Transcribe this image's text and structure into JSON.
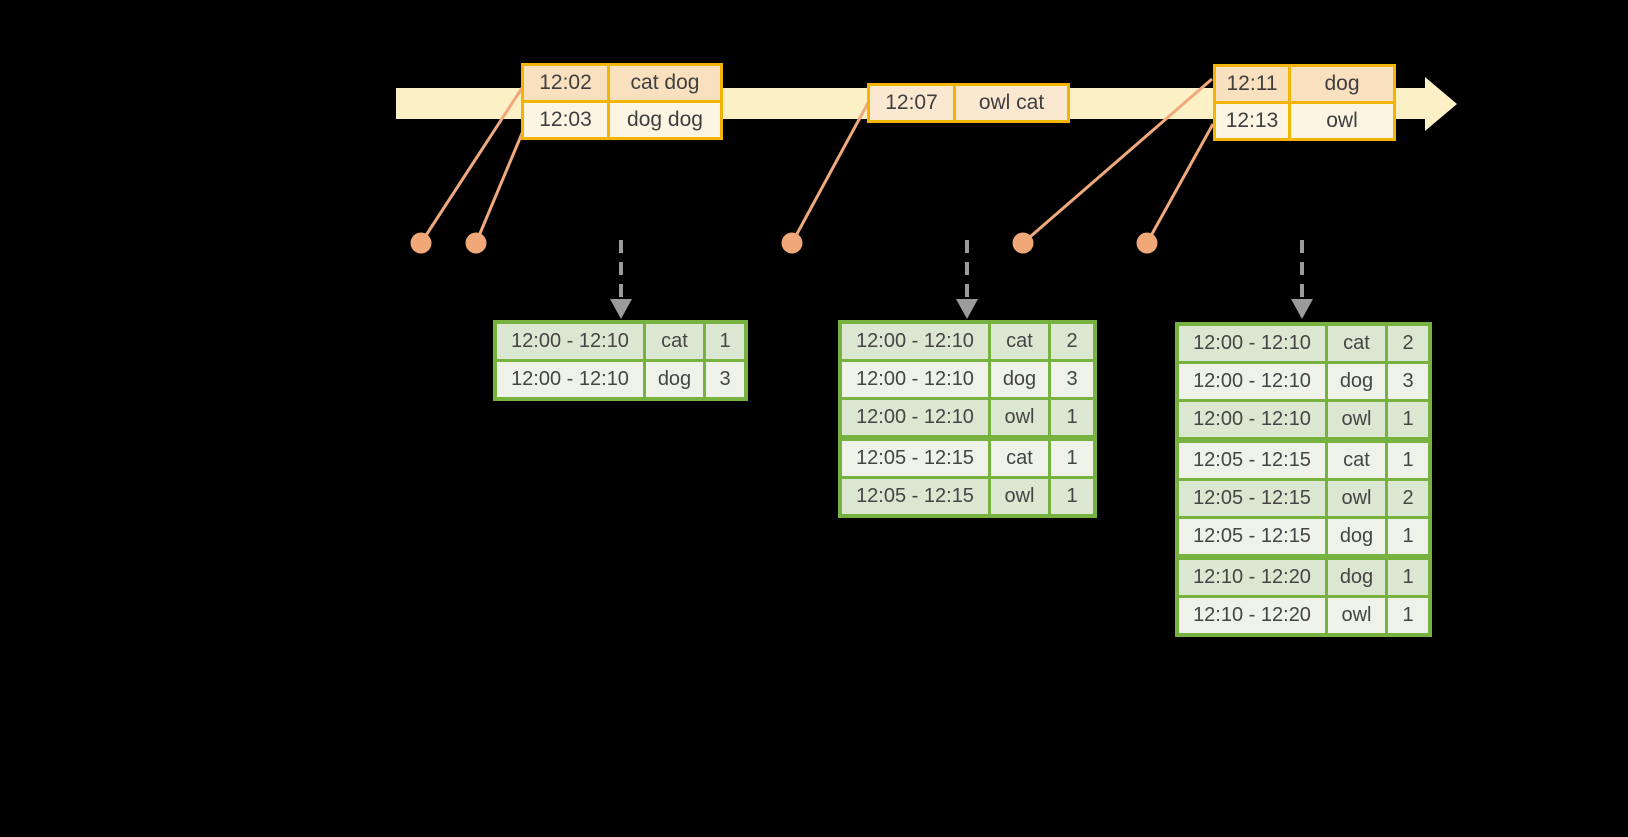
{
  "colors": {
    "background": "#000000",
    "timeline_band": "#FCF0C6",
    "event_table_border": "#F2B505",
    "event_row_dark": "#F9E0BE",
    "event_row_light": "#FCF5E3",
    "event_row_mid": "#FAE9D0",
    "connector_salmon": "#F0A878",
    "trigger_arrow_gray": "#9B9B9B",
    "result_table_border": "#77B13F",
    "result_row_dark": "#DCE7D1",
    "result_row_light": "#EEF2E8",
    "text": "#3F3F3F"
  },
  "timeline": {
    "event_tables": [
      {
        "rows": [
          {
            "time": "12:02",
            "words": "cat dog"
          },
          {
            "time": "12:03",
            "words": "dog dog"
          }
        ]
      },
      {
        "rows": [
          {
            "time": "12:07",
            "words": "owl cat"
          }
        ]
      },
      {
        "rows": [
          {
            "time": "12:11",
            "words": "dog"
          },
          {
            "time": "12:13",
            "words": "owl"
          }
        ]
      }
    ]
  },
  "result_tables": [
    {
      "rows": [
        {
          "window": "12:00 - 12:10",
          "word": "cat",
          "count": "1"
        },
        {
          "window": "12:00 - 12:10",
          "word": "dog",
          "count": "3"
        }
      ]
    },
    {
      "rows": [
        {
          "window": "12:00 - 12:10",
          "word": "cat",
          "count": "2"
        },
        {
          "window": "12:00 - 12:10",
          "word": "dog",
          "count": "3"
        },
        {
          "window": "12:00 - 12:10",
          "word": "owl",
          "count": "1"
        },
        {
          "window": "12:05 - 12:15",
          "word": "cat",
          "count": "1"
        },
        {
          "window": "12:05 - 12:15",
          "word": "owl",
          "count": "1"
        }
      ]
    },
    {
      "rows": [
        {
          "window": "12:00 - 12:10",
          "word": "cat",
          "count": "2"
        },
        {
          "window": "12:00 - 12:10",
          "word": "dog",
          "count": "3"
        },
        {
          "window": "12:00 - 12:10",
          "word": "owl",
          "count": "1"
        },
        {
          "window": "12:05 - 12:15",
          "word": "cat",
          "count": "1"
        },
        {
          "window": "12:05 - 12:15",
          "word": "owl",
          "count": "2"
        },
        {
          "window": "12:05 - 12:15",
          "word": "dog",
          "count": "1"
        },
        {
          "window": "12:10 - 12:20",
          "word": "dog",
          "count": "1"
        },
        {
          "window": "12:10 - 12:20",
          "word": "owl",
          "count": "1"
        }
      ]
    }
  ]
}
